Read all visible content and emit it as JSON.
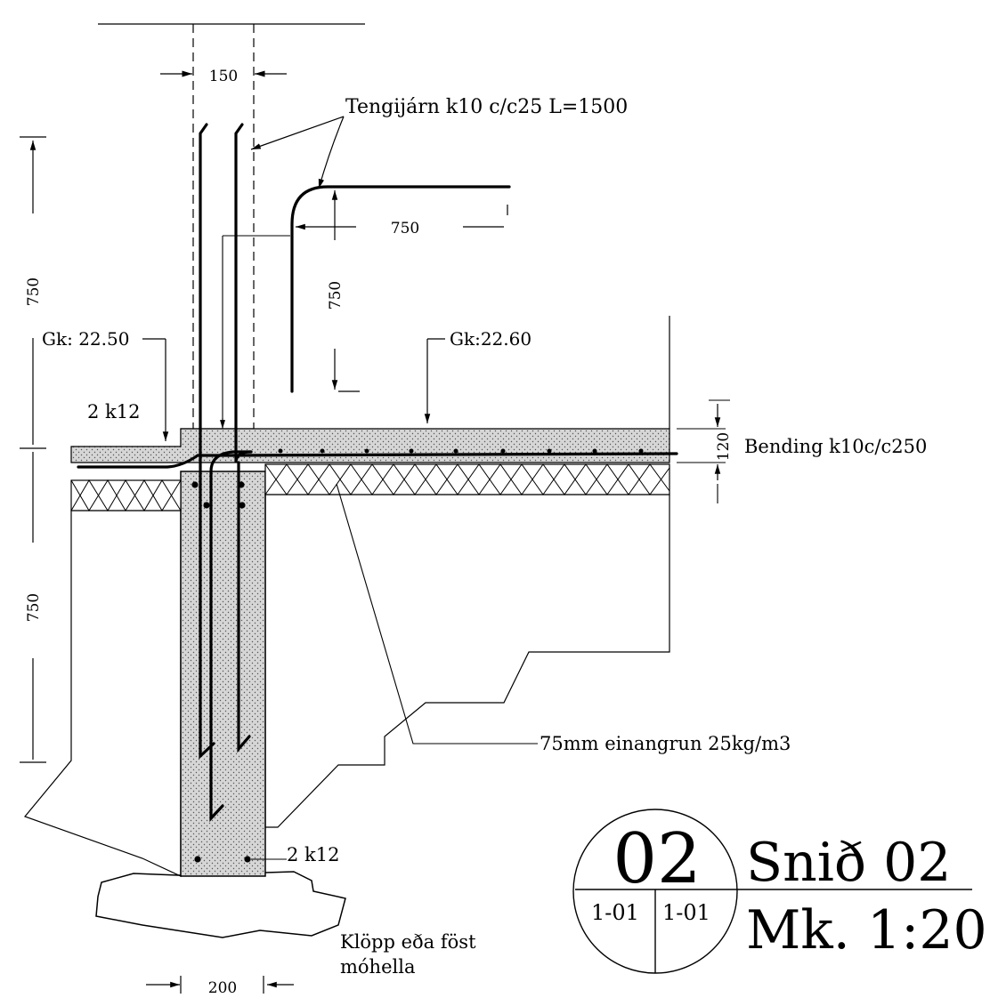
{
  "labels": {
    "dim_wall_width": "150",
    "tengijarn": "Tengijárn k10 c/c25 L=1500",
    "dim_bend_len": "750",
    "dim_bend_height": "750",
    "dim_left_upper": "750",
    "dim_left_lower": "750",
    "gk_left": "Gk: 22.50",
    "gk_right": "Gk:22.60",
    "rebar_top": "2 k12",
    "dim_slab": "120",
    "bending": "Bending k10c/c250",
    "insulation": "75mm einangrun 25kg/m3",
    "rebar_bottom": "2 k12",
    "rock_line1": "Klöpp eða föst",
    "rock_line2": "móhella",
    "dim_footing": "200"
  },
  "title_block": {
    "number": "02",
    "ref_left": "1-01",
    "ref_right": "1-01",
    "title": "Snið 02",
    "scale": "Mk. 1:20"
  }
}
